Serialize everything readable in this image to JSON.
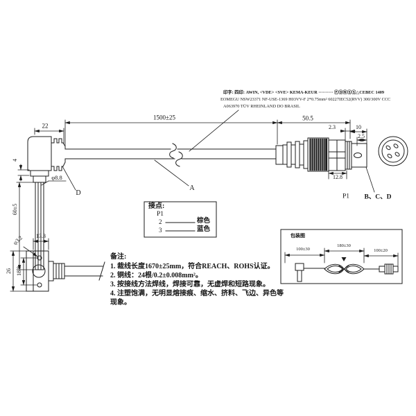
{
  "print_marking": {
    "line1": "印字: 四印: AWIN, <VDE> <SVE> KEMA-KEUR ·········· ⒻⒹⓃⓈⓈ△CEBEC 1409",
    "line2": "EOMEGU NSW23371 NF-USE-1369 H03VV-F 2*0.75mm² 60227IEC52(RVV) 300/300V CCC",
    "line3": "A063970 TÜV RHEINLAND DO BRASIL"
  },
  "main_view": {
    "dim_plug_body_width": "22",
    "dim_cable_length": "1500±25",
    "dim_connector_length": "50.5",
    "dim_gap": "2.3",
    "dim_rear_length": "10",
    "dim_slot_offset": "2.5",
    "dim_body_length": "12.8",
    "dim_plug_diameter": "φ8.8",
    "dim_lip": "4",
    "dim_barrel_length": "60±5",
    "callout_cable": "A",
    "callout_plug": "D",
    "callout_connector": "P1",
    "callout_face": "B、C、D"
  },
  "wiring_table": {
    "title": "接点:",
    "connector_label": "P1",
    "rows": [
      {
        "pin": "2",
        "wire_color": "棕色"
      },
      {
        "pin": "3",
        "wire_color": "蓝色"
      }
    ]
  },
  "detail_view": {
    "dim_width": "13.3",
    "dim_hole_diameter": "φ3.2",
    "dim_hole_pitch": "18.8",
    "dim_height": "26"
  },
  "notes": {
    "title": "备注:",
    "items": [
      "1. 裁线长度1670±25mm，符合REACH、ROHS认证。",
      "2. 铜线：24根/0.2±0.008mm²。",
      "3. 按接线方法焊线，焊接可靠，无虚焊和短路现象。",
      "4. 注塑饱满，无明显熔接痕、缩水、挤料、飞边、异色等",
      "现象。"
    ]
  },
  "package_view": {
    "label": "包装图",
    "dim_left": "100±30",
    "dim_middle": "180±30",
    "dim_right": "100±20"
  }
}
